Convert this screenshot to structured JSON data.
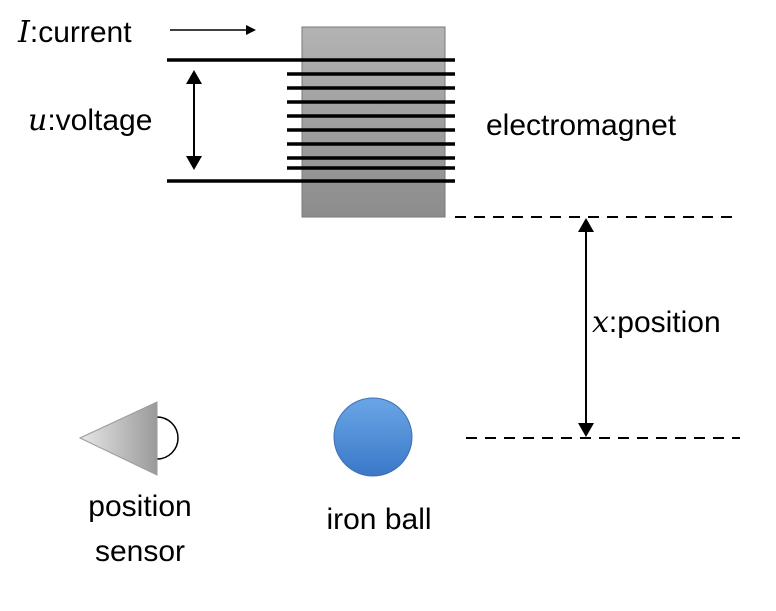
{
  "labels": {
    "current_var": "I",
    "current_text": ":current",
    "voltage_var": "u",
    "voltage_text": ":voltage",
    "electromagnet": "electromagnet",
    "position_var": "x",
    "position_text": ":position",
    "sensor_line1": "position",
    "sensor_line2": "sensor",
    "ball": "iron ball"
  },
  "colors": {
    "core_top": "#b3b3b3",
    "core_bottom": "#8c8c8c",
    "ball_light": "#6aa6e6",
    "ball_dark": "#3a78c8",
    "sensor_light": "#e6e6e6",
    "sensor_dark": "#9a9a9a"
  },
  "icons": {
    "sensor": "position-sensor-icon",
    "ball": "iron-ball-icon"
  }
}
